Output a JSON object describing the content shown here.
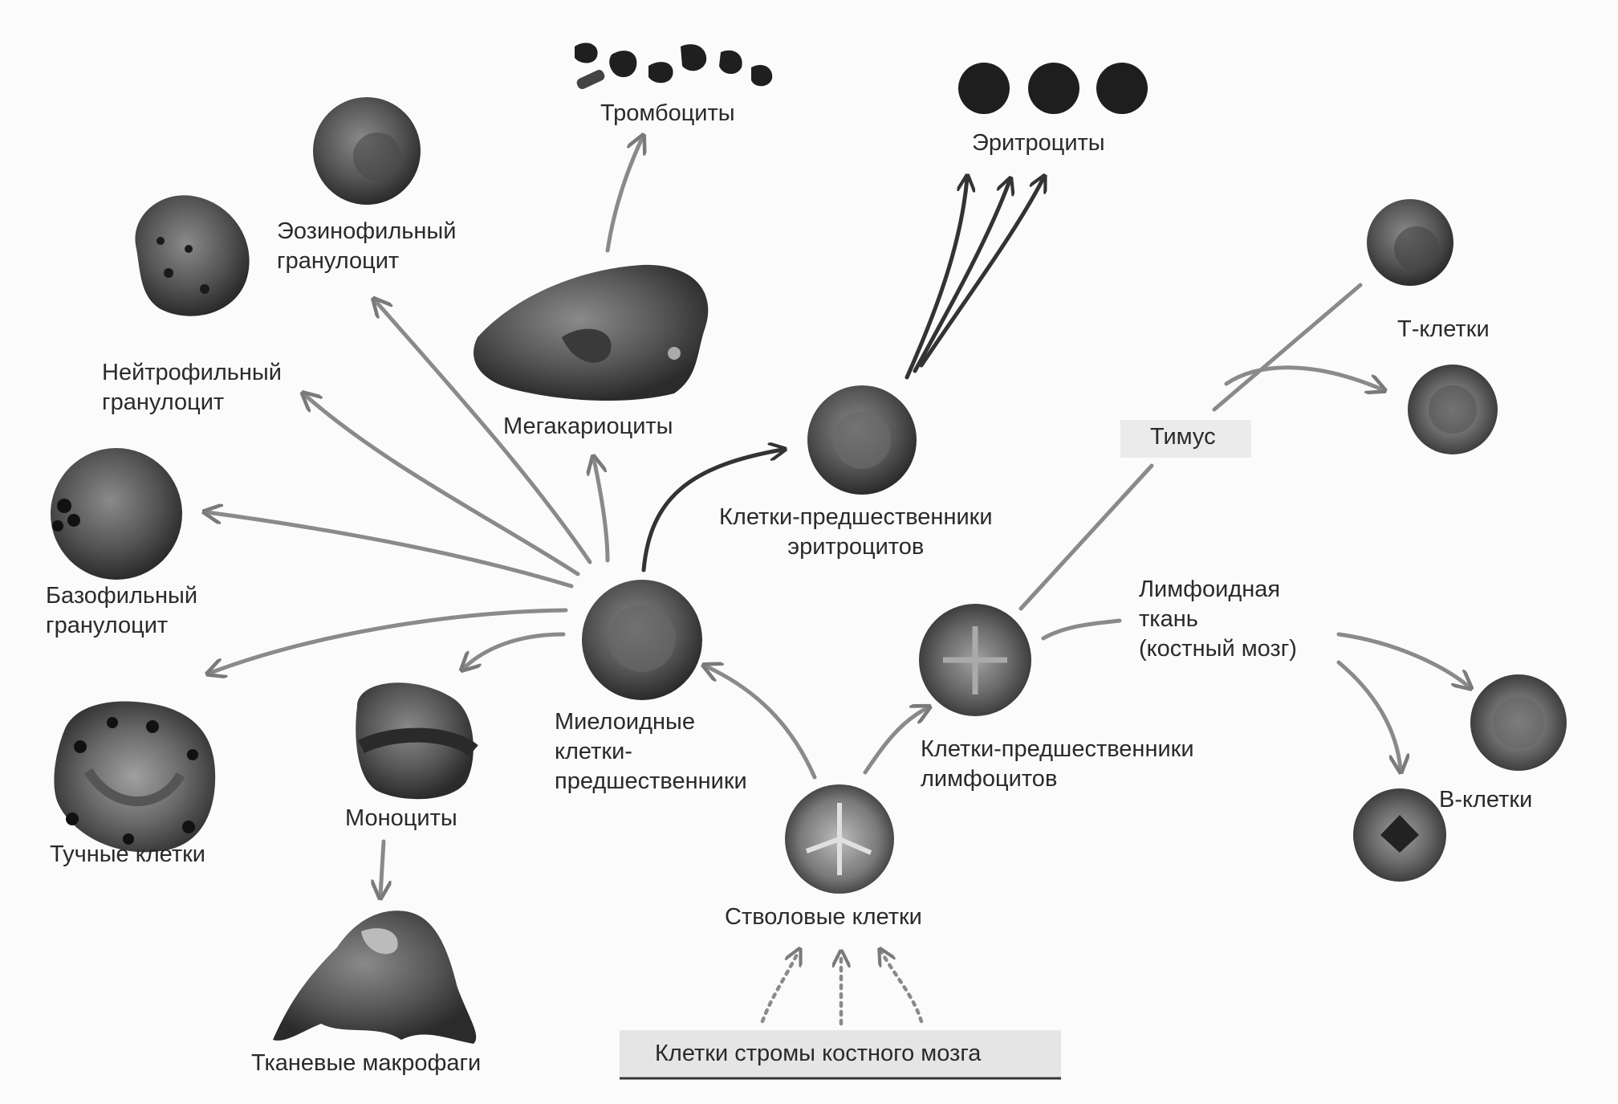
{
  "diagram": {
    "labels": {
      "platelets": "Тромбоциты",
      "erythrocytes": "Эритроциты",
      "eosinophil": [
        "Эозинофильный",
        "гранулоцит"
      ],
      "neutrophil": [
        "Нейтрофильный",
        "гранулоцит"
      ],
      "megakaryocytes": "Мегакариоциты",
      "t_cells": "Т-клетки",
      "thymus": "Тимус",
      "basophil": [
        "Базофильный",
        "гранулоцит"
      ],
      "erythroid_progenitors": [
        "Клетки-предшественники",
        "эритроцитов"
      ],
      "lymphoid_tissue": [
        "Лимфоидная",
        "ткань",
        "(костный мозг)"
      ],
      "myeloid_progenitors": [
        "Миелоидные",
        "клетки-",
        "предшественники"
      ],
      "lymphoid_progenitors": [
        "Клетки-предшественники",
        "лимфоцитов"
      ],
      "mast_cells": "Тучные клетки",
      "monocytes": "Моноциты",
      "b_cells": "В-клетки",
      "stem_cells": "Стволовые клетки",
      "macrophages": "Тканевые макрофаги",
      "stroma": "Клетки стромы костного мозга"
    }
  }
}
